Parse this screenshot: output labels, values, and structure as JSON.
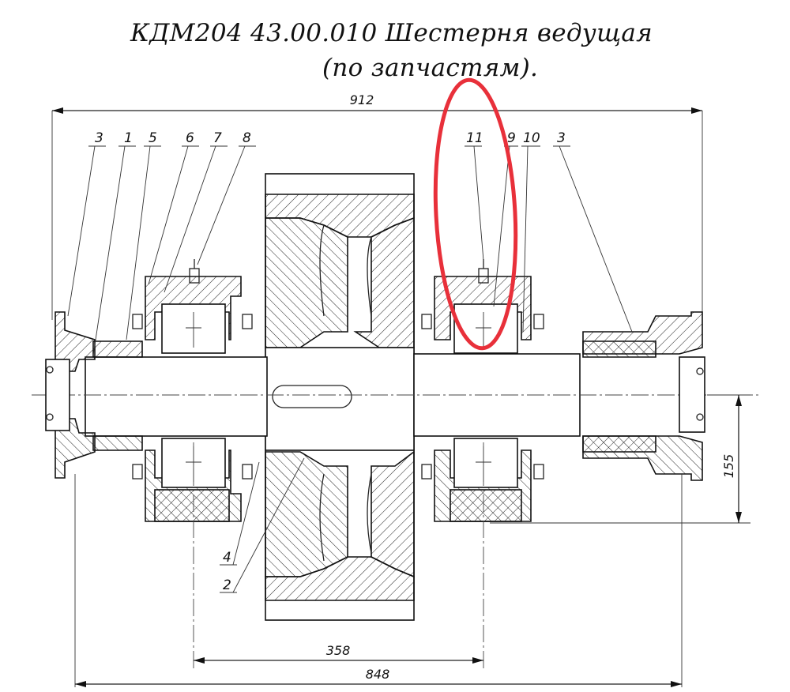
{
  "title": {
    "line1": "КДМ204 43.00.010 Шестерня ведущая",
    "line2": "(по запчастям)."
  },
  "dimensions": {
    "overall_length": "912",
    "center_distance": "358",
    "bearing_span": "848",
    "flange_height": "155"
  },
  "callouts": {
    "left": [
      "3",
      "1",
      "5",
      "6",
      "7",
      "8"
    ],
    "right": [
      "11",
      "9",
      "10",
      "3"
    ],
    "bottom": [
      "4",
      "2"
    ]
  },
  "colors": {
    "linework": "#111111",
    "highlight": "#e8303a"
  }
}
